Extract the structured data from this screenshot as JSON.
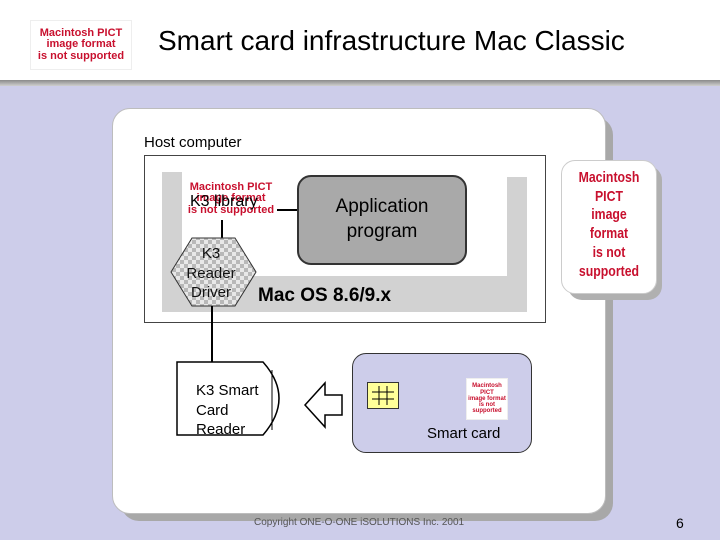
{
  "header": {
    "title": "Smart card infrastructure Mac Classic"
  },
  "placeholders": {
    "pict_lines": [
      "Macintosh PICT",
      "image format",
      "is not supported"
    ],
    "right_lines": [
      "Macintosh PICT",
      "image format",
      "is not supported"
    ]
  },
  "diagram": {
    "host_label": "Host computer",
    "k3_library": "K3 library",
    "app_line1": "Application",
    "app_line2": "program",
    "driver_line1": "K3",
    "driver_line2": "Reader",
    "driver_line3": "Driver",
    "os_label": "Mac OS 8.6/9.x",
    "reader_line1": "K3 Smart",
    "reader_line2": "Card",
    "reader_line3": "Reader",
    "card_label": "Smart card"
  },
  "footer": {
    "copyright": "Copyright ONE-O-ONE iSOLUTIONS Inc. 2001",
    "page_number": "6"
  },
  "colors": {
    "background": "#cdcdea",
    "placeholder_text": "#c8102e",
    "chip": "#ffff99",
    "app_box": "#a9a9a9",
    "os_layer": "#d2d2d2"
  }
}
